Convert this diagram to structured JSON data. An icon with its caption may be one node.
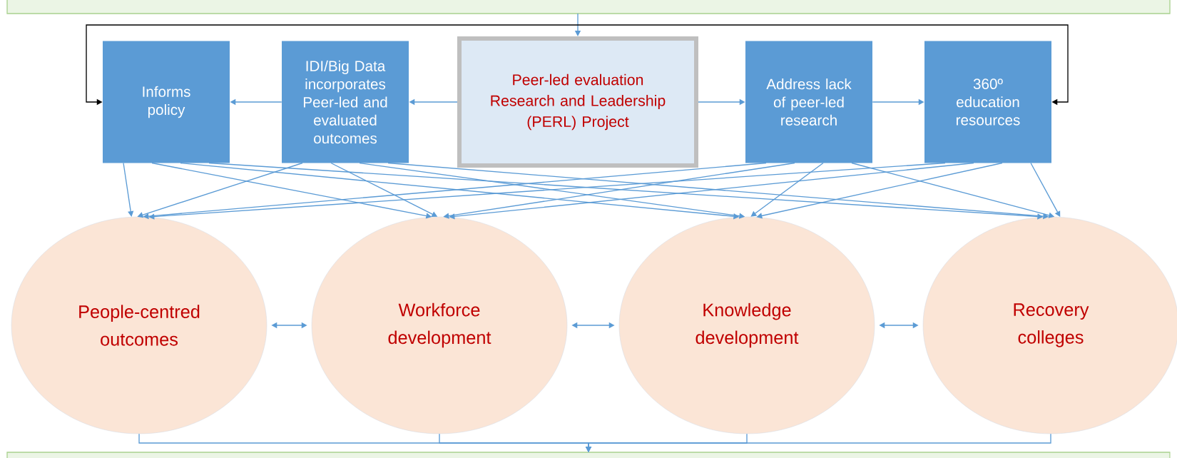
{
  "diagram": {
    "nodes": [
      {
        "text": [],
        "shape": "box"
      },
      {
        "text": [
          "Informs policy"
        ]
      },
      {
        "text": [
          "IDI/Big Data incorporates Peer-led and evaluated outcomes"
        ]
      },
      {
        "text": [
          "Peer-led evaluation Research and Leadership (PERL) Project"
        ]
      },
      {
        "text": [
          "Address lack of peer-led research"
        ]
      },
      {
        "text": [
          "360º education resources"
        ]
      },
      {
        "text": [
          "People-centred outcomes"
        ]
      },
      {
        "text": [
          "Workforce development"
        ]
      },
      {
        "text": [
          "Knowledge development"
        ]
      },
      {
        "text": [
          "Recovery colleges"
        ]
      },
      {
        "text": [],
        "shape": "box"
      }
    ],
    "edges": [
      {
        "from": 0,
        "to": 3,
        "arrow": "to"
      },
      {
        "from": 1,
        "to": 5,
        "arrow": "both",
        "color": "#000000"
      },
      {
        "from": 3,
        "to": 2,
        "arrow": "to"
      },
      {
        "from": 2,
        "to": 1,
        "arrow": "to"
      },
      {
        "from": 3,
        "to": 4,
        "arrow": "to"
      },
      {
        "from": 4,
        "to": 5,
        "arrow": "to"
      },
      {
        "from": 1,
        "to": 6,
        "arrow": "to"
      },
      {
        "from": 1,
        "to": 7,
        "arrow": "to"
      },
      {
        "from": 1,
        "to": 8,
        "arrow": "to"
      },
      {
        "from": 1,
        "to": 9,
        "arrow": "to"
      },
      {
        "from": 2,
        "to": 6,
        "arrow": "to"
      },
      {
        "from": 2,
        "to": 7,
        "arrow": "to"
      },
      {
        "from": 2,
        "to": 8,
        "arrow": "to"
      },
      {
        "from": 2,
        "to": 9,
        "arrow": "to"
      },
      {
        "from": 4,
        "to": 6,
        "arrow": "to"
      },
      {
        "from": 4,
        "to": 7,
        "arrow": "to"
      },
      {
        "from": 4,
        "to": 8,
        "arrow": "to"
      },
      {
        "from": 4,
        "to": 9,
        "arrow": "to"
      },
      {
        "from": 5,
        "to": 6,
        "arrow": "to"
      },
      {
        "from": 5,
        "to": 7,
        "arrow": "to"
      },
      {
        "from": 5,
        "to": 8,
        "arrow": "to"
      },
      {
        "from": 5,
        "to": 9,
        "arrow": "to"
      },
      {
        "from": 6,
        "to": 7,
        "arrow": "both"
      },
      {
        "from": 7,
        "to": 8,
        "arrow": "both"
      },
      {
        "from": 8,
        "to": 9,
        "arrow": "both"
      },
      {
        "from": 6,
        "to": 10,
        "arrow": "to"
      },
      {
        "from": 7,
        "to": 10,
        "arrow": "to"
      },
      {
        "from": 8,
        "to": 10,
        "arrow": "to"
      },
      {
        "from": 9,
        "to": 10,
        "arrow": "to"
      }
    ]
  }
}
